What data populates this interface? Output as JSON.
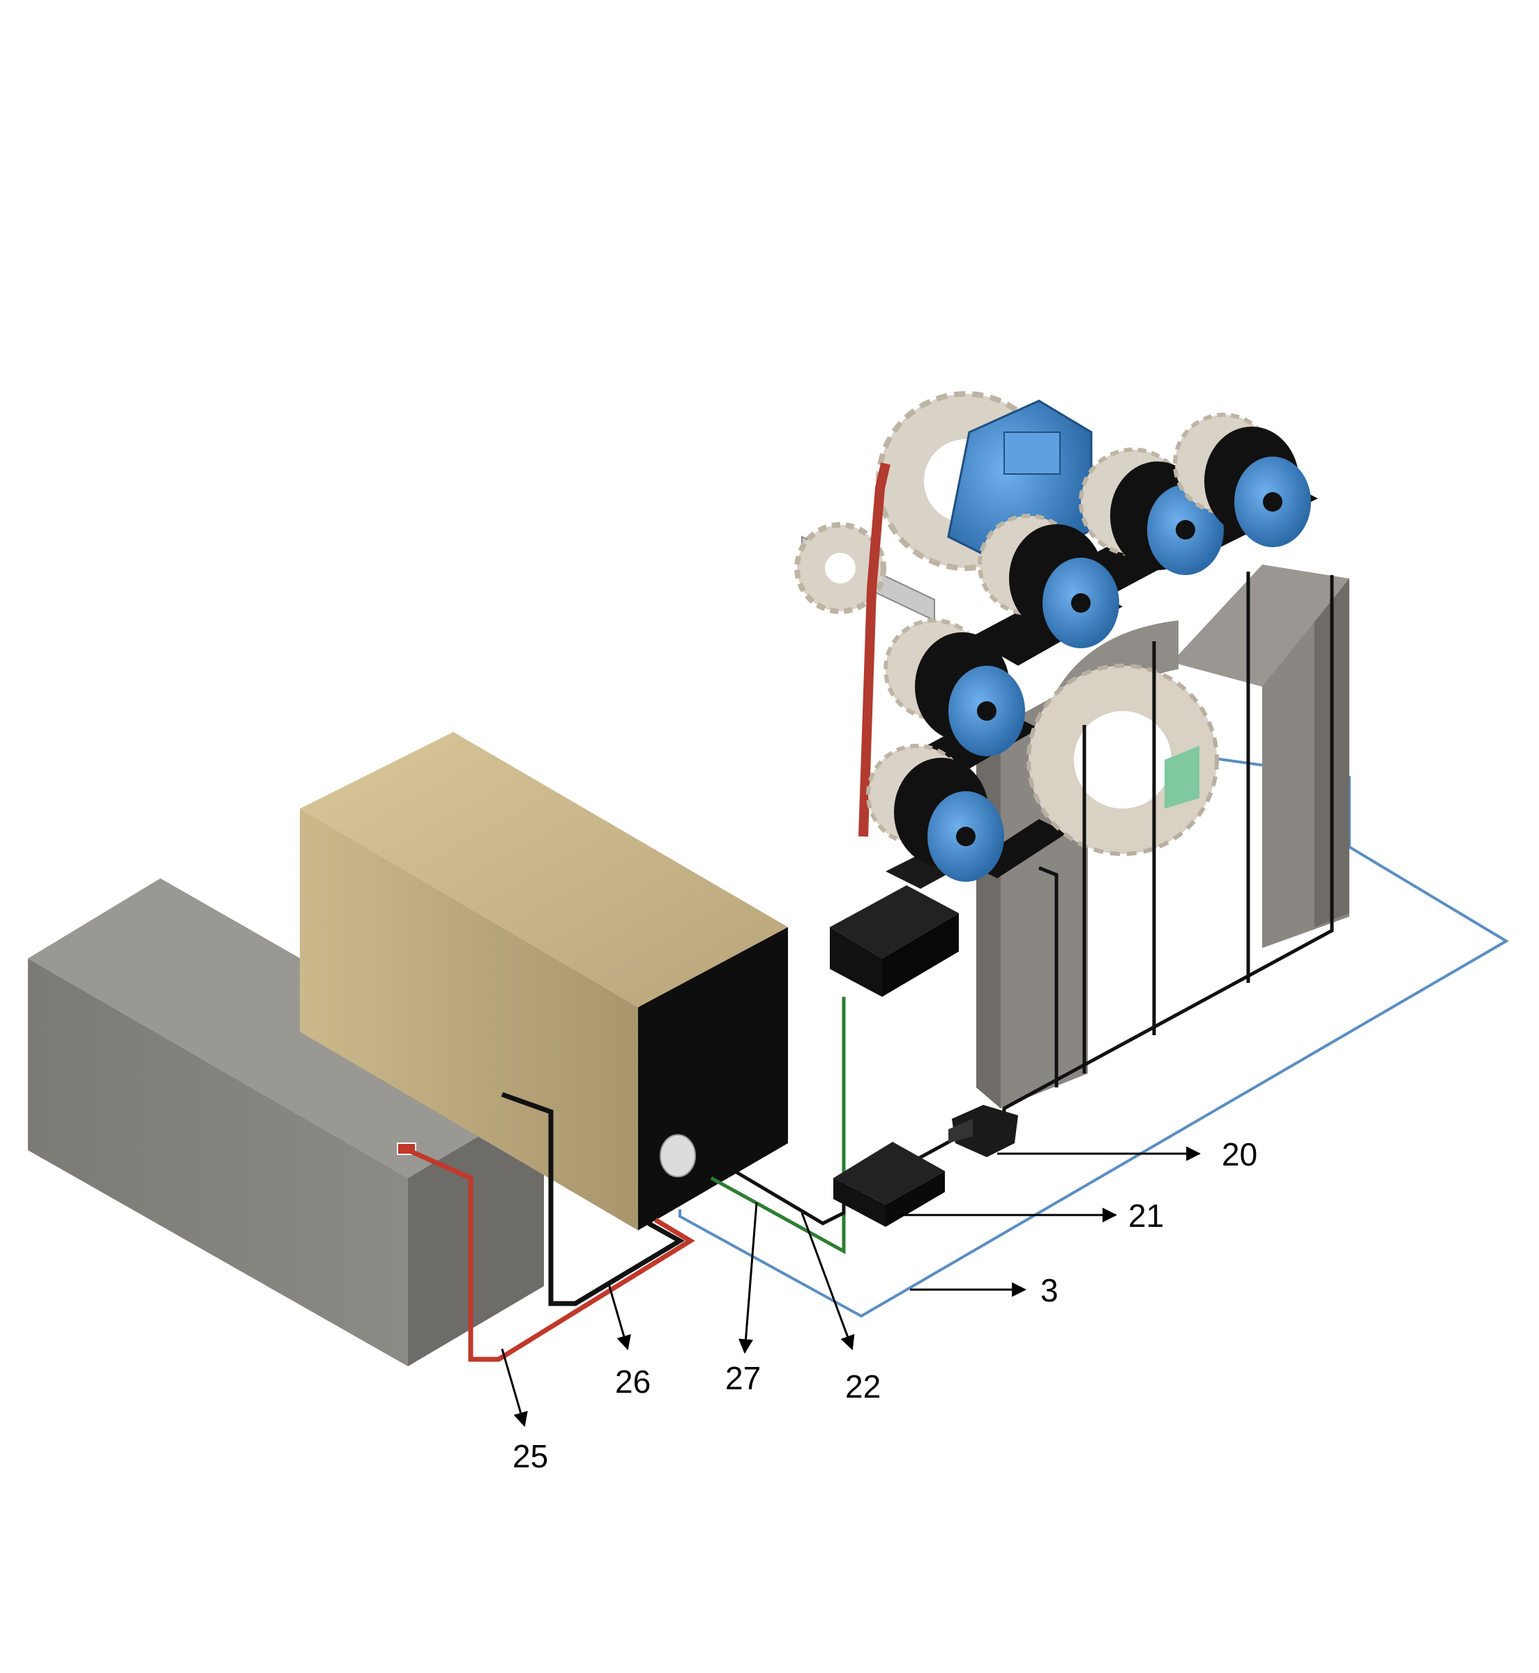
{
  "callouts": {
    "c20": "20",
    "c21": "21",
    "c3": "3",
    "c22": "22",
    "c27": "27",
    "c26": "26",
    "c25": "25"
  },
  "colors": {
    "battery_gray": "#8a8882",
    "battery_tan": "#c9b58a",
    "enclosure_black": "#0e0e0e",
    "frame_gray": "#7f7c78",
    "motor_blue": "#3f86c9",
    "gear_beige": "#d9d2c6",
    "wire_red": "#c0392b",
    "wire_black": "#111111",
    "wire_green": "#2e7d32",
    "wire_blue": "#5b8ec2",
    "support_green": "#7fc8a0"
  }
}
